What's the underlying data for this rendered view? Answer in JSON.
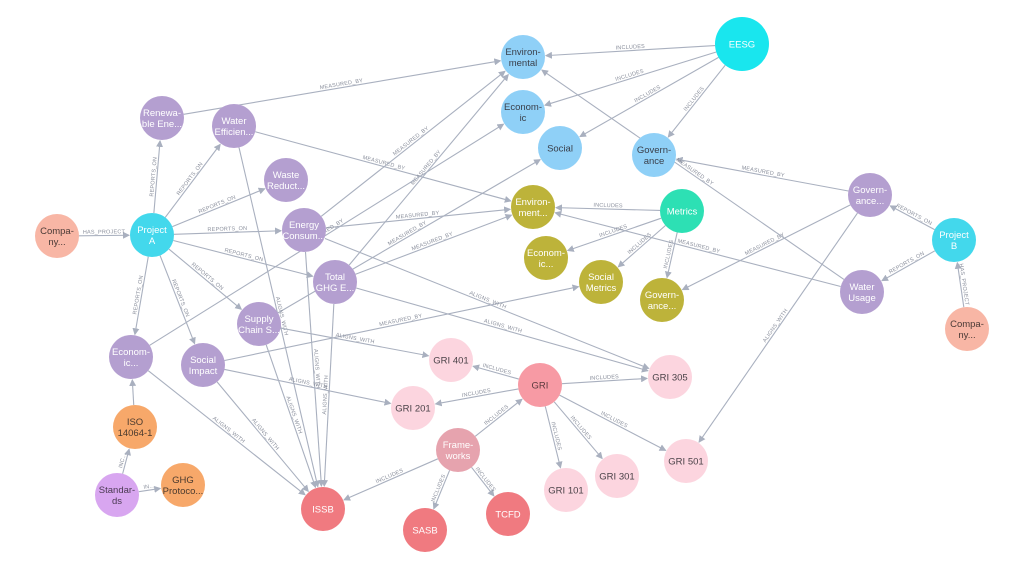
{
  "graph": {
    "nodes": [
      {
        "id": "eesg",
        "lines": [
          "EESG"
        ],
        "color": "#19e6ee",
        "text": "#ffffff"
      },
      {
        "id": "environmental",
        "lines": [
          "Environ-",
          "mental"
        ],
        "color": "#8fd0f7",
        "text": "#3a3f4a"
      },
      {
        "id": "economic-top",
        "lines": [
          "Econom-",
          "ic"
        ],
        "color": "#8fd0f7",
        "text": "#3a3f4a"
      },
      {
        "id": "social",
        "lines": [
          "Social"
        ],
        "color": "#8fd0f7",
        "text": "#3a3f4a"
      },
      {
        "id": "governance-top",
        "lines": [
          "Govern-",
          "ance"
        ],
        "color": "#8fd0f7",
        "text": "#3a3f4a"
      },
      {
        "id": "renewable",
        "lines": [
          "Renewa-",
          "ble Ene..."
        ],
        "color": "#b49fd0",
        "text": "#ffffff"
      },
      {
        "id": "water-eff",
        "lines": [
          "Water",
          "Efficien..."
        ],
        "color": "#b49fd0",
        "text": "#ffffff"
      },
      {
        "id": "waste",
        "lines": [
          "Waste",
          "Reduct..."
        ],
        "color": "#b49fd0",
        "text": "#ffffff"
      },
      {
        "id": "energy",
        "lines": [
          "Energy",
          "Consum..."
        ],
        "color": "#b49fd0",
        "text": "#ffffff"
      },
      {
        "id": "total-ghg",
        "lines": [
          "Total",
          "GHG E..."
        ],
        "color": "#b49fd0",
        "text": "#ffffff"
      },
      {
        "id": "supply-chain",
        "lines": [
          "Supply",
          "Chain S..."
        ],
        "color": "#b49fd0",
        "text": "#ffffff"
      },
      {
        "id": "economic-proj",
        "lines": [
          "Econom-",
          "ic..."
        ],
        "color": "#b49fd0",
        "text": "#ffffff"
      },
      {
        "id": "social-impact",
        "lines": [
          "Social",
          "Impact"
        ],
        "color": "#b49fd0",
        "text": "#ffffff"
      },
      {
        "id": "governance-proj",
        "lines": [
          "Govern-",
          "ance..."
        ],
        "color": "#b49fd0",
        "text": "#ffffff"
      },
      {
        "id": "water-usage",
        "lines": [
          "Water",
          "Usage"
        ],
        "color": "#b49fd0",
        "text": "#ffffff"
      },
      {
        "id": "company-a",
        "lines": [
          "Compa-",
          "ny..."
        ],
        "color": "#f8b6a5",
        "text": "#4a3a36"
      },
      {
        "id": "company-b",
        "lines": [
          "Compa-",
          "ny..."
        ],
        "color": "#f8b6a5",
        "text": "#4a3a36"
      },
      {
        "id": "project-a",
        "lines": [
          "Project",
          "A"
        ],
        "color": "#43d8ec",
        "text": "#ffffff"
      },
      {
        "id": "project-b",
        "lines": [
          "Project",
          "B"
        ],
        "color": "#43d8ec",
        "text": "#ffffff"
      },
      {
        "id": "metrics",
        "lines": [
          "Metrics"
        ],
        "color": "#2de0b4",
        "text": "#ffffff"
      },
      {
        "id": "environ-metric",
        "lines": [
          "Environ-",
          "ment..."
        ],
        "color": "#bdb33a",
        "text": "#ffffff"
      },
      {
        "id": "econ-metric",
        "lines": [
          "Econom-",
          "ic..."
        ],
        "color": "#bdb33a",
        "text": "#ffffff"
      },
      {
        "id": "social-metrics",
        "lines": [
          "Social",
          "Metrics"
        ],
        "color": "#bdb33a",
        "text": "#ffffff"
      },
      {
        "id": "gov-metric",
        "lines": [
          "Govern-",
          "ance..."
        ],
        "color": "#bdb33a",
        "text": "#ffffff"
      },
      {
        "id": "gri",
        "lines": [
          "GRI"
        ],
        "color": "#f79aa4",
        "text": "#5a3a3e"
      },
      {
        "id": "gri401",
        "lines": [
          "GRI 401"
        ],
        "color": "#fcd5df",
        "text": "#4a4248"
      },
      {
        "id": "gri201",
        "lines": [
          "GRI 201"
        ],
        "color": "#fcd5df",
        "text": "#4a4248"
      },
      {
        "id": "gri305",
        "lines": [
          "GRI 305"
        ],
        "color": "#fcd5df",
        "text": "#4a4248"
      },
      {
        "id": "gri501",
        "lines": [
          "GRI 501"
        ],
        "color": "#fcd5df",
        "text": "#4a4248"
      },
      {
        "id": "gri301",
        "lines": [
          "GRI 301"
        ],
        "color": "#fcd5df",
        "text": "#4a4248"
      },
      {
        "id": "gri101",
        "lines": [
          "GRI 101"
        ],
        "color": "#fcd5df",
        "text": "#4a4248"
      },
      {
        "id": "frameworks",
        "lines": [
          "Frame-",
          "works"
        ],
        "color": "#e6a3ae",
        "text": "#ffffff"
      },
      {
        "id": "issb",
        "lines": [
          "ISSB"
        ],
        "color": "#f07a80",
        "text": "#ffffff"
      },
      {
        "id": "sasb",
        "lines": [
          "SASB"
        ],
        "color": "#f07a80",
        "text": "#ffffff"
      },
      {
        "id": "tcfd",
        "lines": [
          "TCFD"
        ],
        "color": "#f07a80",
        "text": "#ffffff"
      },
      {
        "id": "iso",
        "lines": [
          "ISO",
          "14064-1"
        ],
        "color": "#f7a86a",
        "text": "#4a3a2e"
      },
      {
        "id": "ghg-protocol",
        "lines": [
          "GHG",
          "Protoco..."
        ],
        "color": "#f7a86a",
        "text": "#4a3a2e"
      },
      {
        "id": "standards",
        "lines": [
          "Standar-",
          "ds"
        ],
        "color": "#d8a6f0",
        "text": "#4a3a52"
      }
    ],
    "edges": [
      {
        "from": "eesg",
        "to": "environmental",
        "label": "INCLUDES"
      },
      {
        "from": "eesg",
        "to": "economic-top",
        "label": "INCLUDES"
      },
      {
        "from": "eesg",
        "to": "social",
        "label": "INCLUDES"
      },
      {
        "from": "eesg",
        "to": "governance-top",
        "label": "INCLUDES"
      },
      {
        "from": "company-a",
        "to": "project-a",
        "label": "HAS_PROJECT"
      },
      {
        "from": "company-b",
        "to": "project-b",
        "label": "HAS_PROJECT"
      },
      {
        "from": "project-a",
        "to": "renewable",
        "label": "REPORTS_ON"
      },
      {
        "from": "project-a",
        "to": "water-eff",
        "label": "REPORTS_ON"
      },
      {
        "from": "project-a",
        "to": "waste",
        "label": "REPORTS_ON"
      },
      {
        "from": "project-a",
        "to": "energy",
        "label": "REPORTS_ON"
      },
      {
        "from": "project-a",
        "to": "total-ghg",
        "label": "REPORTS_ON"
      },
      {
        "from": "project-a",
        "to": "supply-chain",
        "label": "REPORTS_ON"
      },
      {
        "from": "project-a",
        "to": "economic-proj",
        "label": "REPORTS_ON"
      },
      {
        "from": "project-a",
        "to": "social-impact",
        "label": "REPORTS_ON"
      },
      {
        "from": "project-b",
        "to": "governance-proj",
        "label": "REPORTS_ON"
      },
      {
        "from": "project-b",
        "to": "water-usage",
        "label": "REPORTS_ON"
      },
      {
        "from": "renewable",
        "to": "environmental",
        "label": "MEASURED_BY"
      },
      {
        "from": "water-eff",
        "to": "environ-metric",
        "label": "MEASURED_BY"
      },
      {
        "from": "energy",
        "to": "environmental",
        "label": "MEASURED_BY"
      },
      {
        "from": "energy",
        "to": "environ-metric",
        "label": "MEASURED_BY"
      },
      {
        "from": "total-ghg",
        "to": "environmental",
        "label": "MEASURED_BY"
      },
      {
        "from": "total-ghg",
        "to": "environ-metric",
        "label": "MEASURED_BY"
      },
      {
        "from": "supply-chain",
        "to": "social",
        "label": "MEASURED_BY"
      },
      {
        "from": "social-impact",
        "to": "social-metrics",
        "label": "MEASURED_BY"
      },
      {
        "from": "economic-proj",
        "to": "economic-top",
        "label": "MEASURED_BY"
      },
      {
        "from": "governance-proj",
        "to": "governance-top",
        "label": "MEASURED_BY"
      },
      {
        "from": "governance-proj",
        "to": "gov-metric",
        "label": "MEASURED_BY"
      },
      {
        "from": "water-usage",
        "to": "environ-metric",
        "label": "MEASURED_BY"
      },
      {
        "from": "water-usage",
        "to": "environmental",
        "label": "MEASURED_BY"
      },
      {
        "from": "metrics",
        "to": "environ-metric",
        "label": "INCLUDES"
      },
      {
        "from": "metrics",
        "to": "econ-metric",
        "label": "INCLUDES"
      },
      {
        "from": "metrics",
        "to": "social-metrics",
        "label": "INCLUDES"
      },
      {
        "from": "metrics",
        "to": "gov-metric",
        "label": "INCLUDES"
      },
      {
        "from": "water-eff",
        "to": "issb",
        "label": "ALIGNS_WITH"
      },
      {
        "from": "energy",
        "to": "issb",
        "label": "ALIGNS_WITH"
      },
      {
        "from": "energy",
        "to": "gri305",
        "label": "ALIGNS_WITH"
      },
      {
        "from": "total-ghg",
        "to": "issb",
        "label": "ALIGNS_WITH"
      },
      {
        "from": "total-ghg",
        "to": "gri305",
        "label": "ALIGNS_WITH"
      },
      {
        "from": "supply-chain",
        "to": "issb",
        "label": "ALIGNS_WITH"
      },
      {
        "from": "supply-chain",
        "to": "gri401",
        "label": "ALIGNS_WITH"
      },
      {
        "from": "social-impact",
        "to": "gri201",
        "label": "ALIGNS_WITH"
      },
      {
        "from": "social-impact",
        "to": "issb",
        "label": "ALIGNS_WITH"
      },
      {
        "from": "economic-proj",
        "to": "issb",
        "label": "ALIGNS_WITH"
      },
      {
        "from": "governance-proj",
        "to": "gri501",
        "label": "ALIGNS_WITH"
      },
      {
        "from": "gri",
        "to": "gri401",
        "label": "INCLUDES"
      },
      {
        "from": "gri",
        "to": "gri201",
        "label": "INCLUDES"
      },
      {
        "from": "gri",
        "to": "gri305",
        "label": "INCLUDES"
      },
      {
        "from": "gri",
        "to": "gri501",
        "label": "INCLUDES"
      },
      {
        "from": "gri",
        "to": "gri301",
        "label": "INCLUDES"
      },
      {
        "from": "gri",
        "to": "gri101",
        "label": "INCLUDES"
      },
      {
        "from": "frameworks",
        "to": "gri",
        "label": "INCLUDES"
      },
      {
        "from": "frameworks",
        "to": "issb",
        "label": "INCLUDES"
      },
      {
        "from": "frameworks",
        "to": "sasb",
        "label": "INCLUDES"
      },
      {
        "from": "frameworks",
        "to": "tcfd",
        "label": "INCLUDES"
      },
      {
        "from": "standards",
        "to": "iso",
        "label": "INC..."
      },
      {
        "from": "standards",
        "to": "ghg-protocol",
        "label": "IN..."
      },
      {
        "from": "iso",
        "to": "economic-proj",
        "label": ""
      }
    ]
  }
}
